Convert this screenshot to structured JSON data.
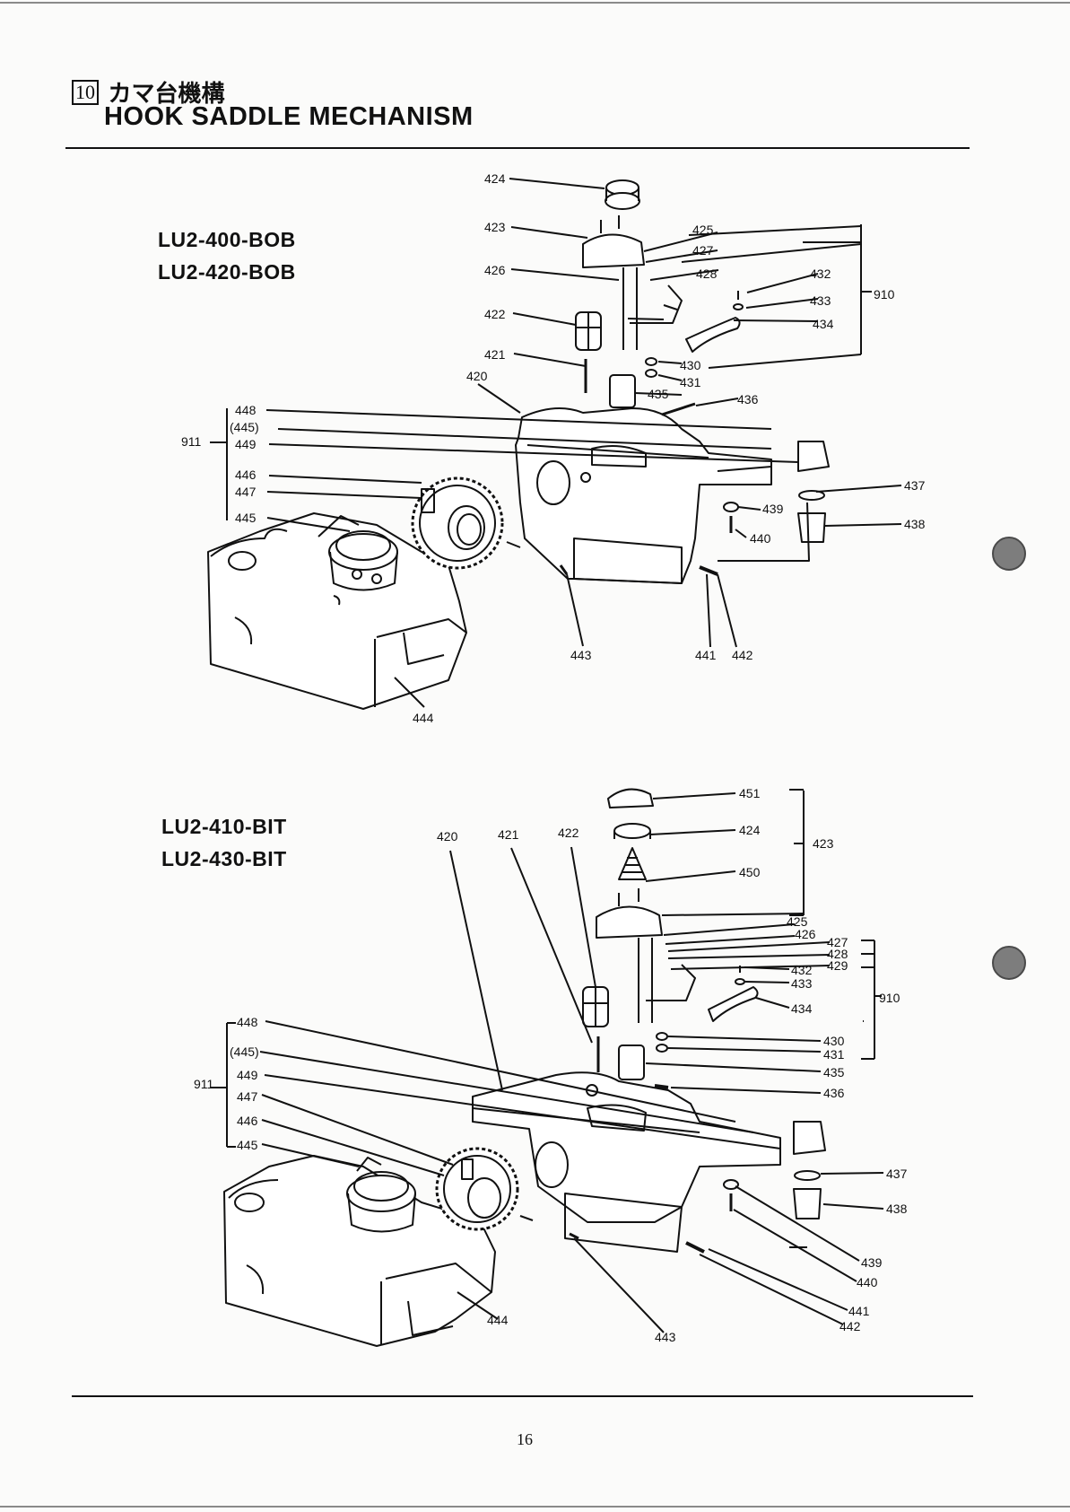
{
  "section": {
    "number": "10",
    "title_jp": "カマ台機構",
    "title_en": "HOOK SADDLE MECHANISM"
  },
  "diagrams": [
    {
      "models": [
        "LU2-400-BOB",
        "LU2-420-BOB"
      ],
      "callouts": [
        "424",
        "423",
        "425",
        "427",
        "428",
        "426",
        "432",
        "433",
        "910",
        "434",
        "422",
        "421",
        "430",
        "431",
        "420",
        "435",
        "436",
        "448",
        "(445)",
        "911",
        "449",
        "446",
        "447",
        "445",
        "437",
        "439",
        "438",
        "440",
        "443",
        "441",
        "442",
        "444"
      ]
    },
    {
      "models": [
        "LU2-410-BIT",
        "LU2-430-BIT"
      ],
      "callouts": [
        "451",
        "424",
        "423",
        "420",
        "421",
        "422",
        "450",
        "425",
        "426",
        "427",
        "428",
        "429",
        "432",
        "433",
        "910",
        "434",
        "448",
        "(445)",
        "430",
        "431",
        "911",
        "449",
        "435",
        "447",
        "436",
        "446",
        "445",
        "437",
        "438",
        "439",
        "440",
        "441",
        "442",
        "444",
        "443"
      ]
    }
  ],
  "page_number": "16",
  "colors": {
    "ink": "#111111",
    "paper": "#fbfbfa",
    "punch_hole": "#7d7d7d"
  }
}
